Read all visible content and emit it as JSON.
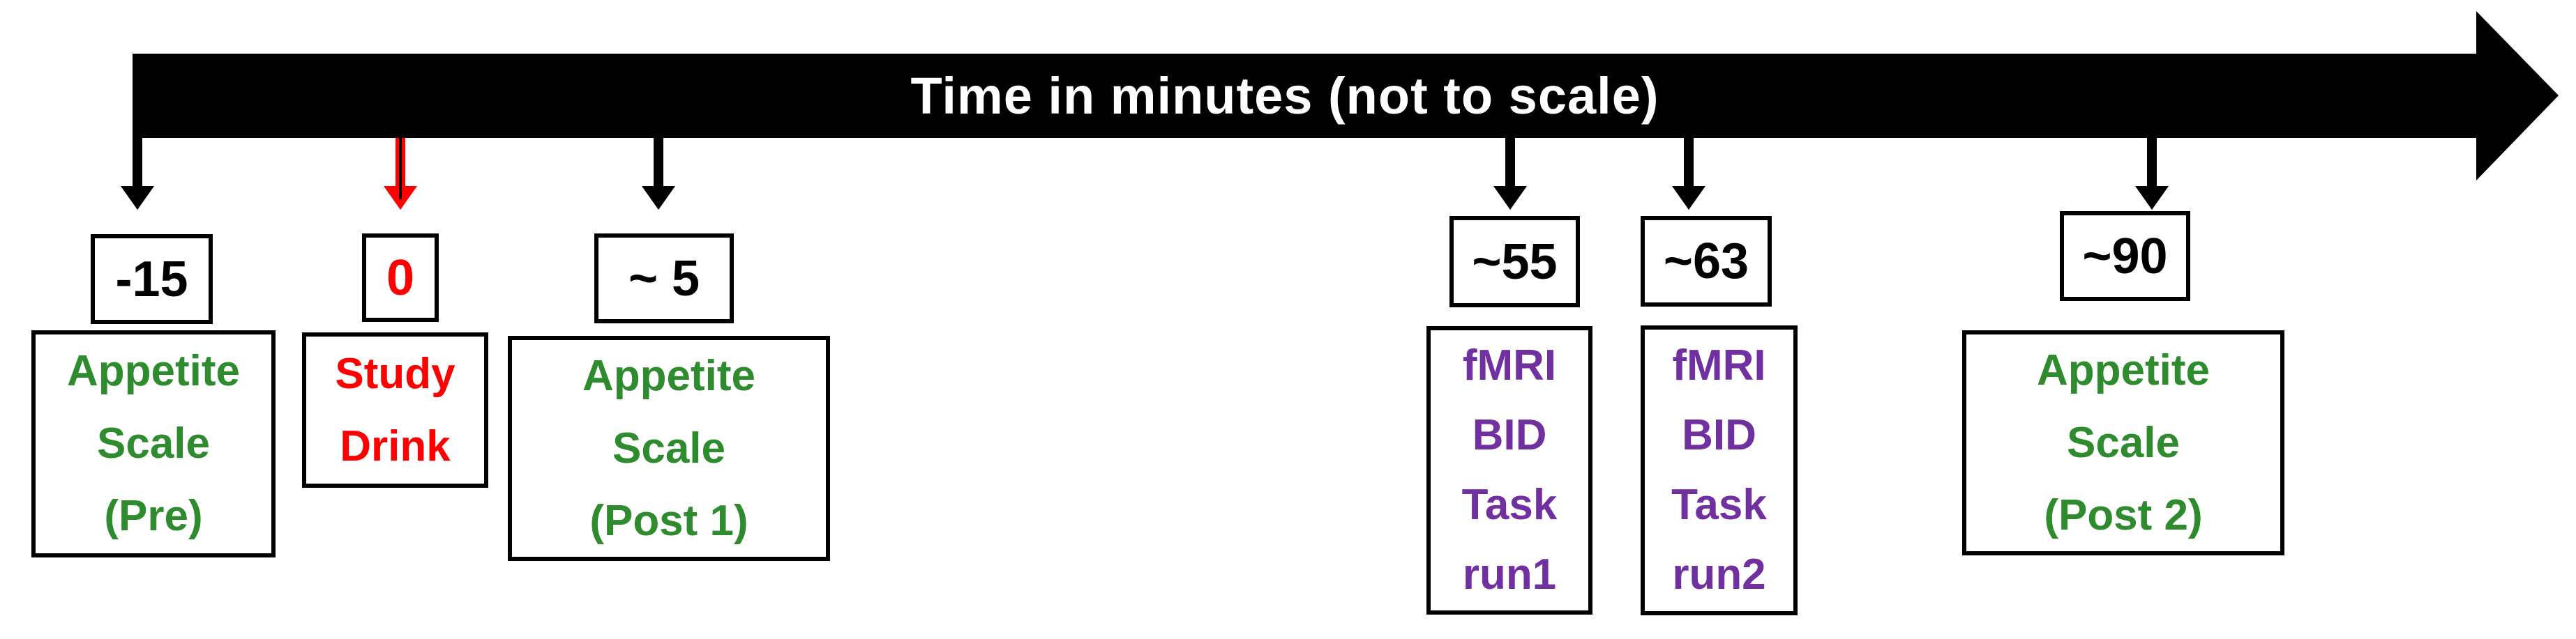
{
  "timeline": {
    "label": "Time in minutes (not to scale)",
    "direction": "left-to-right"
  },
  "colors": {
    "green": "#2e8b2e",
    "red": "#fe0000",
    "purple": "#7030a0",
    "black": "#000000",
    "white": "#ffffff"
  },
  "events": [
    {
      "id": "appetite-scale-pre",
      "time": "-15",
      "arrow": "black",
      "color": "green",
      "lines": [
        "Appetite",
        "Scale",
        "(Pre)"
      ]
    },
    {
      "id": "study-drink",
      "time": "0",
      "arrow": "red",
      "color": "red",
      "lines": [
        "Study",
        "Drink"
      ]
    },
    {
      "id": "appetite-scale-post1",
      "time": "~ 5",
      "arrow": "black",
      "color": "green",
      "lines": [
        "Appetite",
        "Scale",
        "(Post 1)"
      ]
    },
    {
      "id": "fmri-bid-task-run1",
      "time": "~55",
      "arrow": "black",
      "color": "purple",
      "lines": [
        "fMRI",
        "BID",
        "Task",
        "run1"
      ]
    },
    {
      "id": "fmri-bid-task-run2",
      "time": "~63",
      "arrow": "black",
      "color": "purple",
      "lines": [
        "fMRI",
        "BID",
        "Task",
        "run2"
      ]
    },
    {
      "id": "appetite-scale-post2",
      "time": "~90",
      "arrow": "black",
      "color": "green",
      "lines": [
        "Appetite",
        "Scale",
        "(Post 2)"
      ]
    }
  ]
}
